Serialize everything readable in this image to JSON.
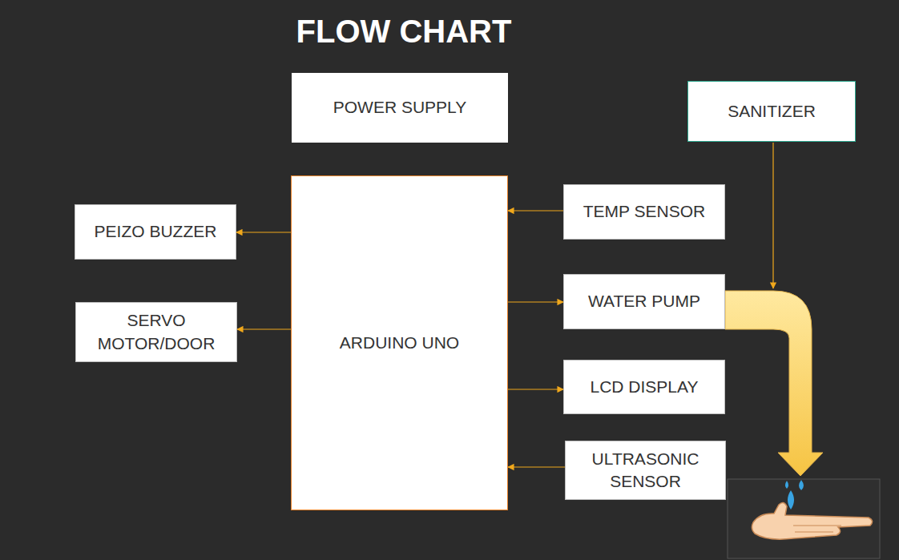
{
  "diagram": {
    "title": "FLOW CHART",
    "nodes": [
      {
        "text": [
          "POWER SUPPLY"
        ]
      },
      {
        "text": [
          "SANITIZER"
        ]
      },
      {
        "text": [
          "TEMP SENSOR"
        ]
      },
      {
        "text": [
          "PEIZO BUZZER"
        ]
      },
      {
        "text": [
          "ARDUINO UNO"
        ]
      },
      {
        "text": [
          "WATER PUMP"
        ]
      },
      {
        "text": [
          "SERVO MOTOR/DOOR"
        ]
      },
      {
        "text": [
          "LCD DISPLAY"
        ]
      },
      {
        "text": [
          "ULTRASONIC SENSOR"
        ]
      }
    ],
    "edges": [
      {
        "from": 2,
        "to": 4,
        "arrow": "to"
      },
      {
        "from": 4,
        "to": 3,
        "arrow": "to"
      },
      {
        "from": 4,
        "to": 6,
        "arrow": "to"
      },
      {
        "from": 4,
        "to": 5,
        "arrow": "to"
      },
      {
        "from": 4,
        "to": 7,
        "arrow": "to"
      },
      {
        "from": 8,
        "to": 4,
        "arrow": "to"
      }
    ]
  }
}
